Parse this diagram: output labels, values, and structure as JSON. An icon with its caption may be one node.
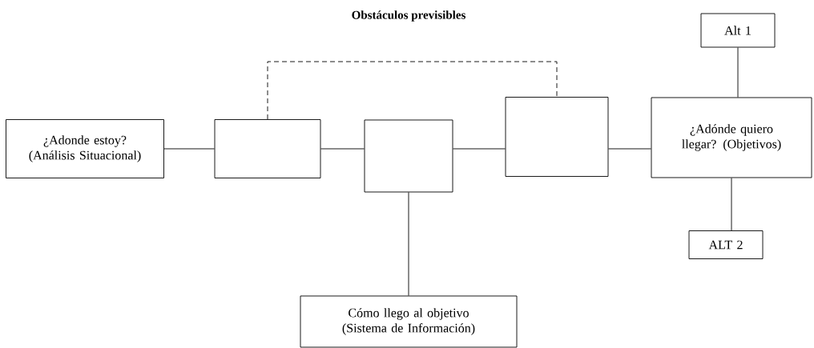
{
  "diagram": {
    "title": "Obstáculos previsibles",
    "nodes": [
      {
        "text": [
          "¿Adonde estoy? (Análisis Situacional)"
        ]
      },
      {
        "text": [],
        "shape": "box"
      },
      {
        "text": [],
        "shape": "box"
      },
      {
        "text": [],
        "shape": "box"
      },
      {
        "text": [
          "¿Adónde quiero llegar? (Objetivos)"
        ]
      },
      {
        "text": [
          "Alt 1"
        ]
      },
      {
        "text": [
          "ALT 2"
        ]
      },
      {
        "text": [
          "Cómo llego al objetivo (Sistema de Información)"
        ]
      }
    ],
    "edges": [
      {
        "from": 0,
        "to": 1,
        "arrow": "none"
      },
      {
        "from": 1,
        "to": 2,
        "arrow": "none"
      },
      {
        "from": 2,
        "to": 3,
        "arrow": "none"
      },
      {
        "from": 3,
        "to": 4,
        "arrow": "none"
      },
      {
        "from": 1,
        "to": 3,
        "arrow": "none",
        "style": "dashed"
      },
      {
        "from": 5,
        "to": 4,
        "arrow": "none"
      },
      {
        "from": 4,
        "to": 6,
        "arrow": "none"
      },
      {
        "from": 2,
        "to": 7,
        "arrow": "none"
      }
    ]
  }
}
